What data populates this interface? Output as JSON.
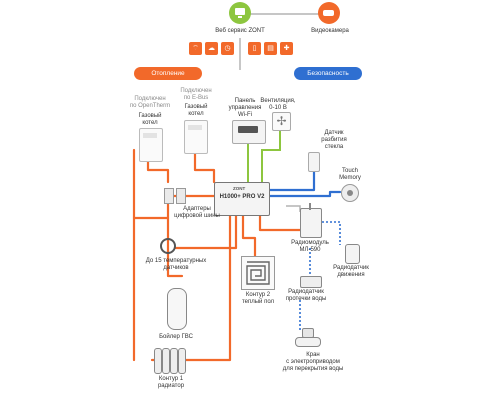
{
  "top": {
    "web_service": "Веб сервис ZONT",
    "camera": "Видеокамера",
    "service_icons": [
      "antenna-icon",
      "cloud-icon",
      "clock-icon",
      "phone-icon",
      "chart-icon",
      "puzzle-icon"
    ]
  },
  "sections": {
    "heating": "Отопление",
    "security": "Безопасность"
  },
  "controller": {
    "brand": "ZONT",
    "model": "H1000+ PRO V2"
  },
  "labels": {
    "opentherm_connect": "Подключен\nпо OpenTherm",
    "ebus_connect": "Подключен\nпо E-Bus",
    "gas_boiler_1": "Газовый\nкотел",
    "gas_boiler_2": "Газовый\nкотел",
    "control_panel": "Панель\nуправления\nWi-Fi",
    "ventilation": "Вентиляция,\n0-10 В",
    "glass_break": "Датчик\nразбития\nстекла",
    "touch_memory": "Touch\nMemory",
    "bus_adapters": "Адаптеры\nцифровой шины",
    "temp_sensors": "До 15 температурных\nдатчиков",
    "floor_heating": "Контур 2\nтеплый пол",
    "radio_module": "Радиомодуль\nМЛ-590",
    "motion_sensor": "Радиодатчик\nдвижения",
    "leak_sensor": "Радиодатчик\nпротечки воды",
    "water_boiler": "Бойлер ГВС",
    "valve": "Кран\nс электроприводом\nдля перекрытия воды",
    "radiator": "Контур 1\nрадиатор"
  },
  "colors": {
    "orange": "#f2692a",
    "blue": "#2f6fd1",
    "green": "#8dc63f",
    "gray": "#9a9a9a"
  }
}
